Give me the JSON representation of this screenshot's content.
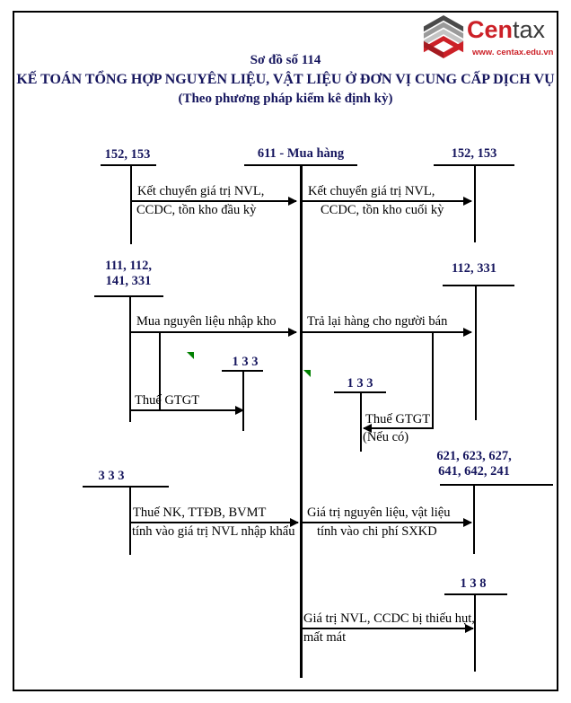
{
  "logo": {
    "brand_cen": "Cen",
    "brand_tax": "tax",
    "website": "www. centax.edu.vn"
  },
  "header": {
    "scheme_no": "Sơ đồ số 114",
    "title": "KẾ TOÁN TỔNG HỢP NGUYÊN LIỆU, VẬT LIỆU Ở ĐƠN VỊ CUNG CẤP DỊCH VỤ",
    "subtitle": "(Theo phương pháp kiểm kê định kỳ)"
  },
  "colors": {
    "accent_navy": "#16165e",
    "logo_red": "#cc2027",
    "mark_green": "#008000",
    "line_black": "#000000"
  },
  "accounts": {
    "top_left": "152, 153",
    "center": "611 - Mua hàng",
    "top_right": "152, 153",
    "mid_left_line1": "111, 112,",
    "mid_left_line2": "141, 331",
    "mid_right": "112, 331",
    "vat_left": "1 3 3",
    "vat_right": "1 3 3",
    "tax_left": "3 3 3",
    "cost_right_line1": "621, 623, 627,",
    "cost_right_line2": "641, 642, 241",
    "shortage_right": "1 3 8"
  },
  "flows": {
    "opening_line1": "Kết chuyển giá trị NVL,",
    "opening_line2": "CCDC, tồn kho đầu kỳ",
    "closing_line1": "Kết chuyển giá trị NVL,",
    "closing_line2": "CCDC, tồn kho cuối kỳ",
    "purchase": "Mua nguyên liệu nhập kho",
    "return_goods": "Trả lại hàng cho người bán",
    "vat_left_label": "Thuế GTGT",
    "vat_right_label": "Thuế GTGT",
    "vat_right_note": "(Nếu có)",
    "import_tax_line1": "Thuế NK, TTĐB, BVMT",
    "import_tax_line2": "tính vào giá trị NVL nhập khẩu",
    "cost_line1": "Giá trị nguyên liệu, vật liệu",
    "cost_line2": "tính vào chi phí SXKD",
    "shortage_line1": "Giá trị NVL, CCDC bị thiếu hụt,",
    "shortage_line2": "mất mát"
  }
}
